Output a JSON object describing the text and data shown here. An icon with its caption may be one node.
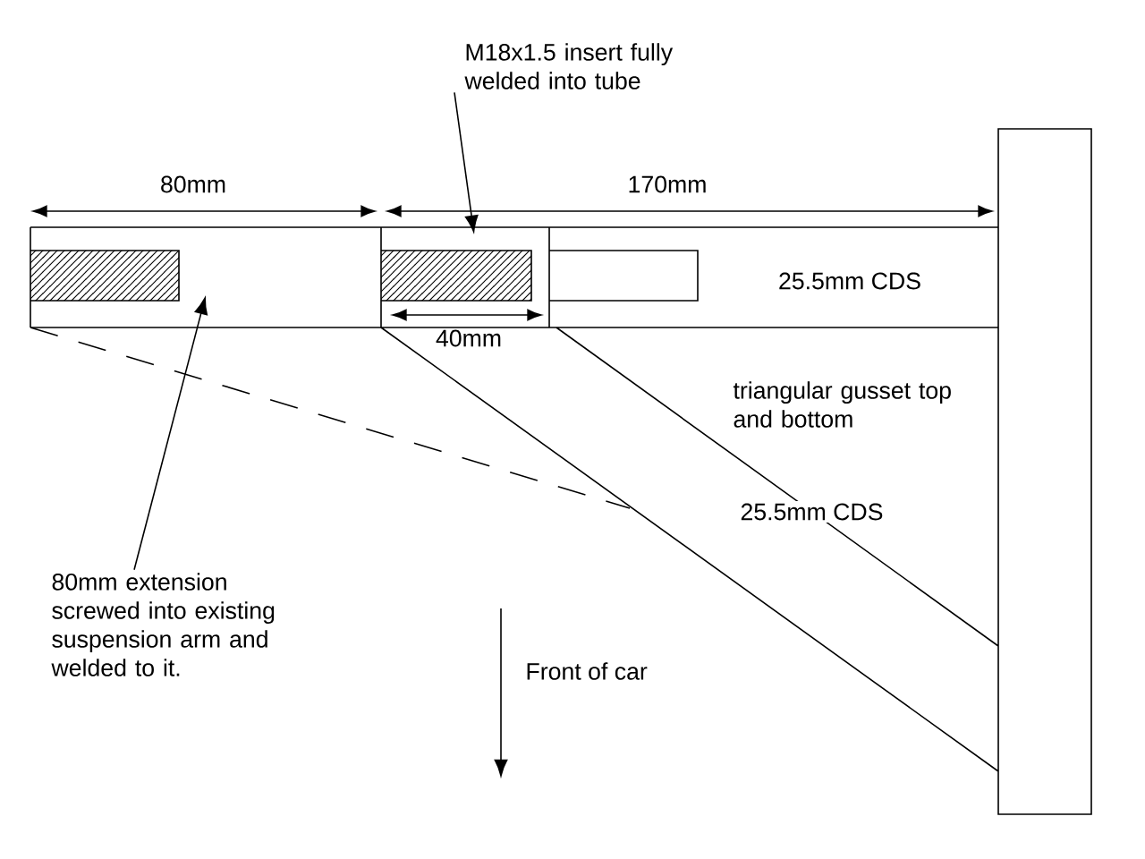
{
  "diagram": {
    "nodes": [
      {
        "text": [
          "M18x1.5 insert fully welded into tube"
        ]
      },
      {
        "text": [
          "80mm extension screwed into existing suspension arm and welded to it."
        ]
      }
    ],
    "edges": [
      {
        "from": 0,
        "to": null,
        "arrow": "to"
      },
      {
        "from": 1,
        "to": null,
        "arrow": "to"
      }
    ],
    "labels": [
      "80mm",
      "170mm",
      "25.5mm CDS",
      "40mm",
      "triangular gusset top and bottom",
      "25.5mm CDS",
      "Front of car"
    ]
  }
}
